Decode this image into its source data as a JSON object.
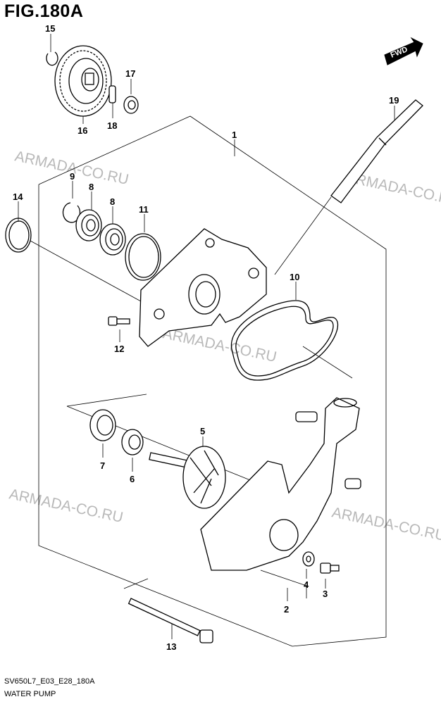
{
  "title": "FIG.180A",
  "fwd_label": "FWD",
  "watermark": "ARMADA-CO.RU",
  "callouts": {
    "c1": "1",
    "c2": "2",
    "c3": "3",
    "c4": "4",
    "c5": "5",
    "c6": "6",
    "c7": "7",
    "c8a": "8",
    "c8b": "8",
    "c9": "9",
    "c10": "10",
    "c11": "11",
    "c12": "12",
    "c13": "13",
    "c14": "14",
    "c15": "15",
    "c16": "16",
    "c17": "17",
    "c18": "18",
    "c19": "19"
  },
  "footer": {
    "code": "SV650L7_E03_E28_180A",
    "name": "WATER PUMP"
  }
}
